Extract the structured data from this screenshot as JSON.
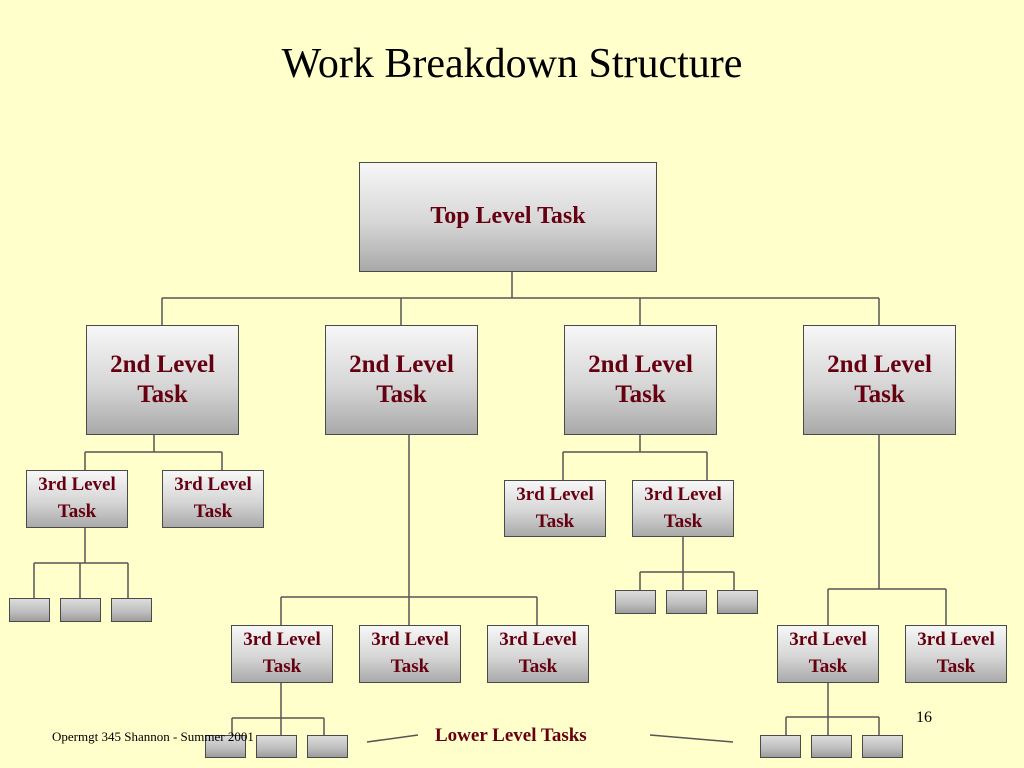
{
  "slide": {
    "title": "Work Breakdown Structure",
    "footer": "Opermgt 345 Shannon - Summer 2001",
    "lower_level_label": "Lower Level Tasks",
    "page_number": "16"
  },
  "diagram": {
    "top": {
      "label": "Top Level Task"
    },
    "level2": [
      {
        "label": "2nd Level Task"
      },
      {
        "label": "2nd Level Task"
      },
      {
        "label": "2nd Level Task"
      },
      {
        "label": "2nd Level Task"
      }
    ],
    "level3": [
      {
        "label": "3rd Level Task",
        "parent": 0
      },
      {
        "label": "3rd Level Task",
        "parent": 0
      },
      {
        "label": "3rd Level Task",
        "parent": 1
      },
      {
        "label": "3rd Level Task",
        "parent": 1
      },
      {
        "label": "3rd Level Task",
        "parent": 1
      },
      {
        "label": "3rd Level Task",
        "parent": 2
      },
      {
        "label": "3rd Level Task",
        "parent": 2
      },
      {
        "label": "3rd Level Task",
        "parent": 3
      },
      {
        "label": "3rd Level Task",
        "parent": 3
      }
    ]
  },
  "colors": {
    "background": "#ffffcc",
    "task_text": "#660011",
    "connector": "#555555"
  }
}
